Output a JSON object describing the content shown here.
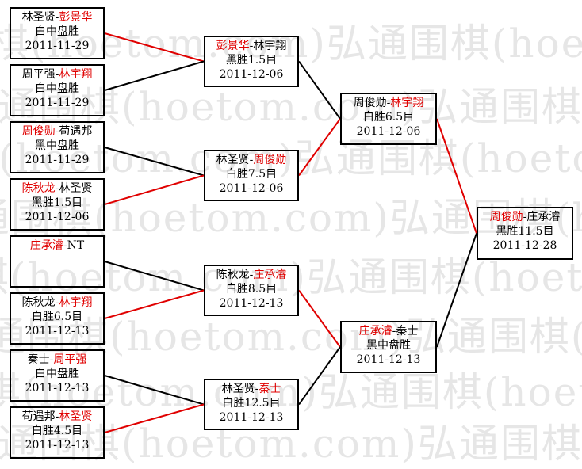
{
  "watermark": [
    "弘通围棋(hoetom.com)弘通围棋(hoetom.com)弘通围棋"
  ],
  "colors": {
    "winner": "#e00000",
    "loser": "#000000",
    "win_line": "#e00000",
    "lose_line": "#000000"
  },
  "rounds": [
    {
      "matches": [
        {
          "p1": "林圣贤",
          "p2": "彭景华",
          "winner": 2,
          "result": "白中盘胜",
          "date": "2011-11-29"
        },
        {
          "p1": "周平强",
          "p2": "林宇翔",
          "winner": 2,
          "result": "白中盘胜",
          "date": "2011-11-29"
        },
        {
          "p1": "周俊勋",
          "p2": "苟遇邦",
          "winner": 1,
          "result": "黑中盘胜",
          "date": "2011-11-29"
        },
        {
          "p1": "陈秋龙",
          "p2": "林圣贤",
          "winner": 1,
          "result": "黑胜1.5目",
          "date": "2011-12-06"
        },
        {
          "p1": "庄承濬",
          "p2": "NT",
          "winner": 1,
          "result": "",
          "date": ""
        },
        {
          "p1": "陈秋龙",
          "p2": "林宇翔",
          "winner": 2,
          "result": "白胜6.5目",
          "date": "2011-12-13"
        },
        {
          "p1": "秦士",
          "p2": "周平强",
          "winner": 2,
          "result": "白中盘胜",
          "date": "2011-12-13"
        },
        {
          "p1": "苟遇邦",
          "p2": "林圣贤",
          "winner": 2,
          "result": "白胜4.5目",
          "date": "2011-12-13"
        }
      ]
    },
    {
      "matches": [
        {
          "p1": "彭景华",
          "p2": "林宇翔",
          "winner": 1,
          "result": "黑胜1.5目",
          "date": "2011-12-06"
        },
        {
          "p1": "林圣贤",
          "p2": "周俊勋",
          "winner": 2,
          "result": "白胜7.5目",
          "date": "2011-12-06"
        },
        {
          "p1": "陈秋龙",
          "p2": "庄承濬",
          "winner": 2,
          "result": "白胜8.5目",
          "date": "2011-12-13"
        },
        {
          "p1": "林圣贤",
          "p2": "秦士",
          "winner": 2,
          "result": "白胜12.5目",
          "date": "2011-12-13"
        }
      ]
    },
    {
      "matches": [
        {
          "p1": "周俊勋",
          "p2": "林宇翔",
          "winner": 2,
          "result": "白胜6.5目",
          "date": "2011-12-06"
        },
        {
          "p1": "庄承濬",
          "p2": "秦士",
          "winner": 1,
          "result": "黑中盘胜",
          "date": "2011-12-13"
        }
      ]
    },
    {
      "matches": [
        {
          "p1": "周俊勋",
          "p2": "庄承濬",
          "winner": 1,
          "result": "黑胜11.5目",
          "date": "2011-12-28"
        }
      ]
    }
  ]
}
